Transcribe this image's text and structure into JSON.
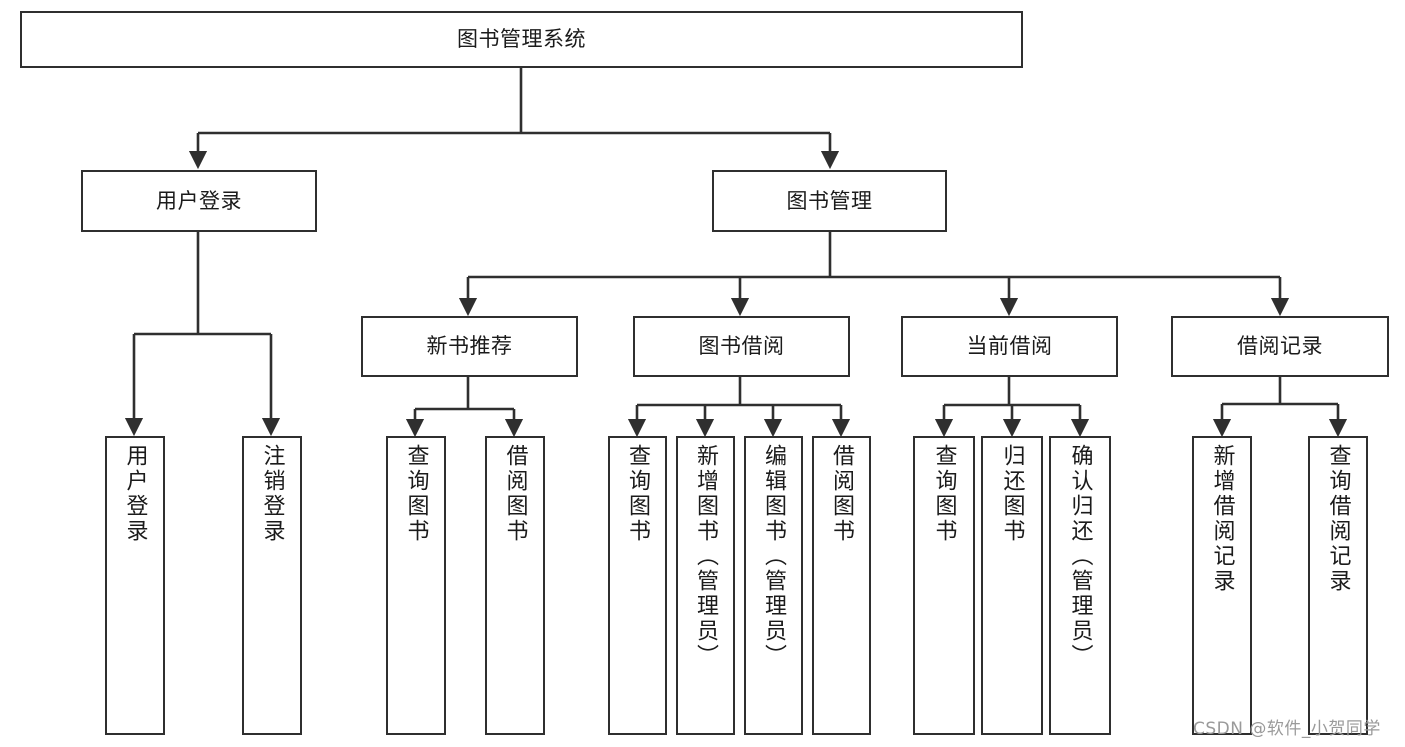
{
  "diagram": {
    "title": "图书管理系统",
    "type": "tree",
    "root": {
      "id": "root",
      "label": "图书管理系统"
    },
    "level2": [
      {
        "id": "user-login",
        "label": "用户登录"
      },
      {
        "id": "book-manage",
        "label": "图书管理"
      }
    ],
    "level3": [
      {
        "id": "new-book-rec",
        "label": "新书推荐",
        "parent": "book-manage"
      },
      {
        "id": "book-borrow",
        "label": "图书借阅",
        "parent": "book-manage"
      },
      {
        "id": "current-borrow",
        "label": "当前借阅",
        "parent": "book-manage"
      },
      {
        "id": "borrow-record",
        "label": "借阅记录",
        "parent": "book-manage"
      }
    ],
    "leaves": {
      "user-login": [
        {
          "id": "leaf-user-login",
          "label": "用户登录"
        },
        {
          "id": "leaf-logout",
          "label": "注销登录"
        }
      ],
      "new-book-rec": [
        {
          "id": "leaf-query-book-1",
          "label": "查询图书"
        },
        {
          "id": "leaf-borrow-book-1",
          "label": "借阅图书"
        }
      ],
      "book-borrow": [
        {
          "id": "leaf-query-book-2",
          "label": "查询图书"
        },
        {
          "id": "leaf-add-book",
          "label": "新增图书（管理员）"
        },
        {
          "id": "leaf-edit-book",
          "label": "编辑图书（管理员）"
        },
        {
          "id": "leaf-borrow-book-2",
          "label": "借阅图书"
        }
      ],
      "current-borrow": [
        {
          "id": "leaf-query-book-3",
          "label": "查询图书"
        },
        {
          "id": "leaf-return-book",
          "label": "归还图书"
        },
        {
          "id": "leaf-confirm-return",
          "label": "确认归还（管理员）"
        }
      ],
      "borrow-record": [
        {
          "id": "leaf-add-record",
          "label": "新增借阅记录"
        },
        {
          "id": "leaf-query-record",
          "label": "查询借阅记录"
        }
      ]
    }
  },
  "watermark": {
    "text": "CSDN @软件_小贺同学"
  },
  "colors": {
    "stroke": "#2f2f2f",
    "background": "#ffffff",
    "text": "#1b1b1b",
    "watermark": "#9a9a9a"
  }
}
